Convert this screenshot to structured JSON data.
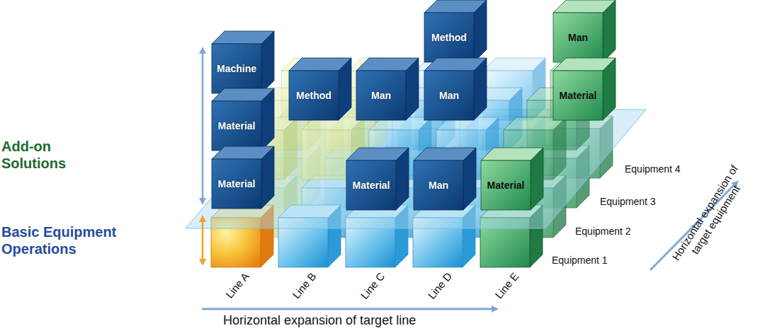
{
  "diagram": {
    "nodes": [
      {
        "text": [
          "Machine"
        ]
      },
      {
        "text": [
          "Method"
        ]
      },
      {
        "text": [
          "Man"
        ]
      },
      {
        "text": [
          "Material"
        ]
      },
      {
        "text": [
          "Method"
        ]
      },
      {
        "text": [
          "Man"
        ]
      },
      {
        "text": [
          "Man"
        ]
      },
      {
        "text": [
          "Material"
        ]
      },
      {
        "text": [
          "Material"
        ]
      },
      {
        "text": [
          "Material"
        ]
      },
      {
        "text": [
          "Man"
        ]
      },
      {
        "text": [
          "Material"
        ]
      }
    ],
    "labels": [
      "Add-on Solutions",
      "Basic Equipment Operations",
      "Equipment 4",
      "Equipment 3",
      "Equipment 2",
      "Equipment 1",
      "Line A",
      "Line B",
      "Line C",
      "Line D",
      "Line E",
      "Horizontal expansion of target line",
      "Horizontal expansion of target equipment"
    ]
  }
}
